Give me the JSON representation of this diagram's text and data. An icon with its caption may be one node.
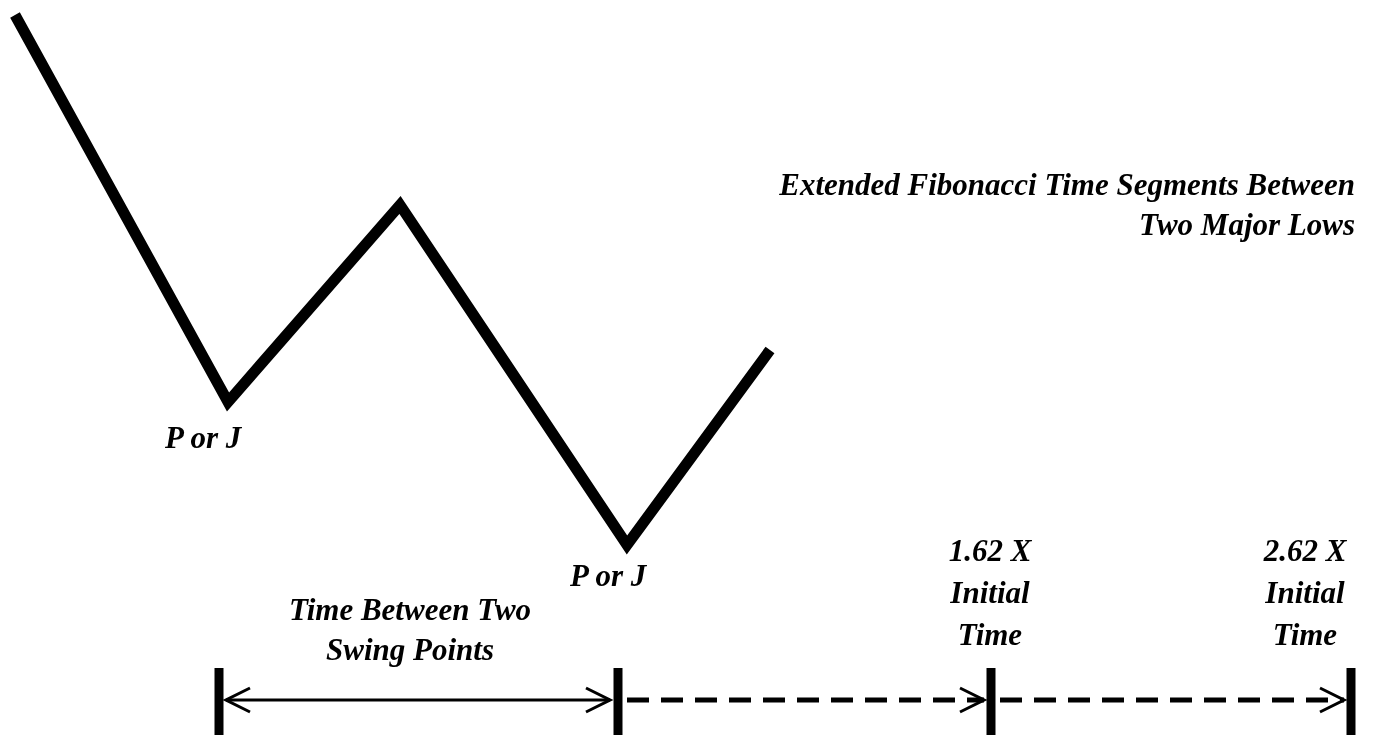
{
  "diagram": {
    "title": "Extended Fibonacci Time Segments Between Two Major Lows",
    "labels": [
      "P or J",
      "P or J",
      "Time Between Two Swing Points",
      "1.62 X Initial Time",
      "2.62 X Initial Time"
    ]
  }
}
